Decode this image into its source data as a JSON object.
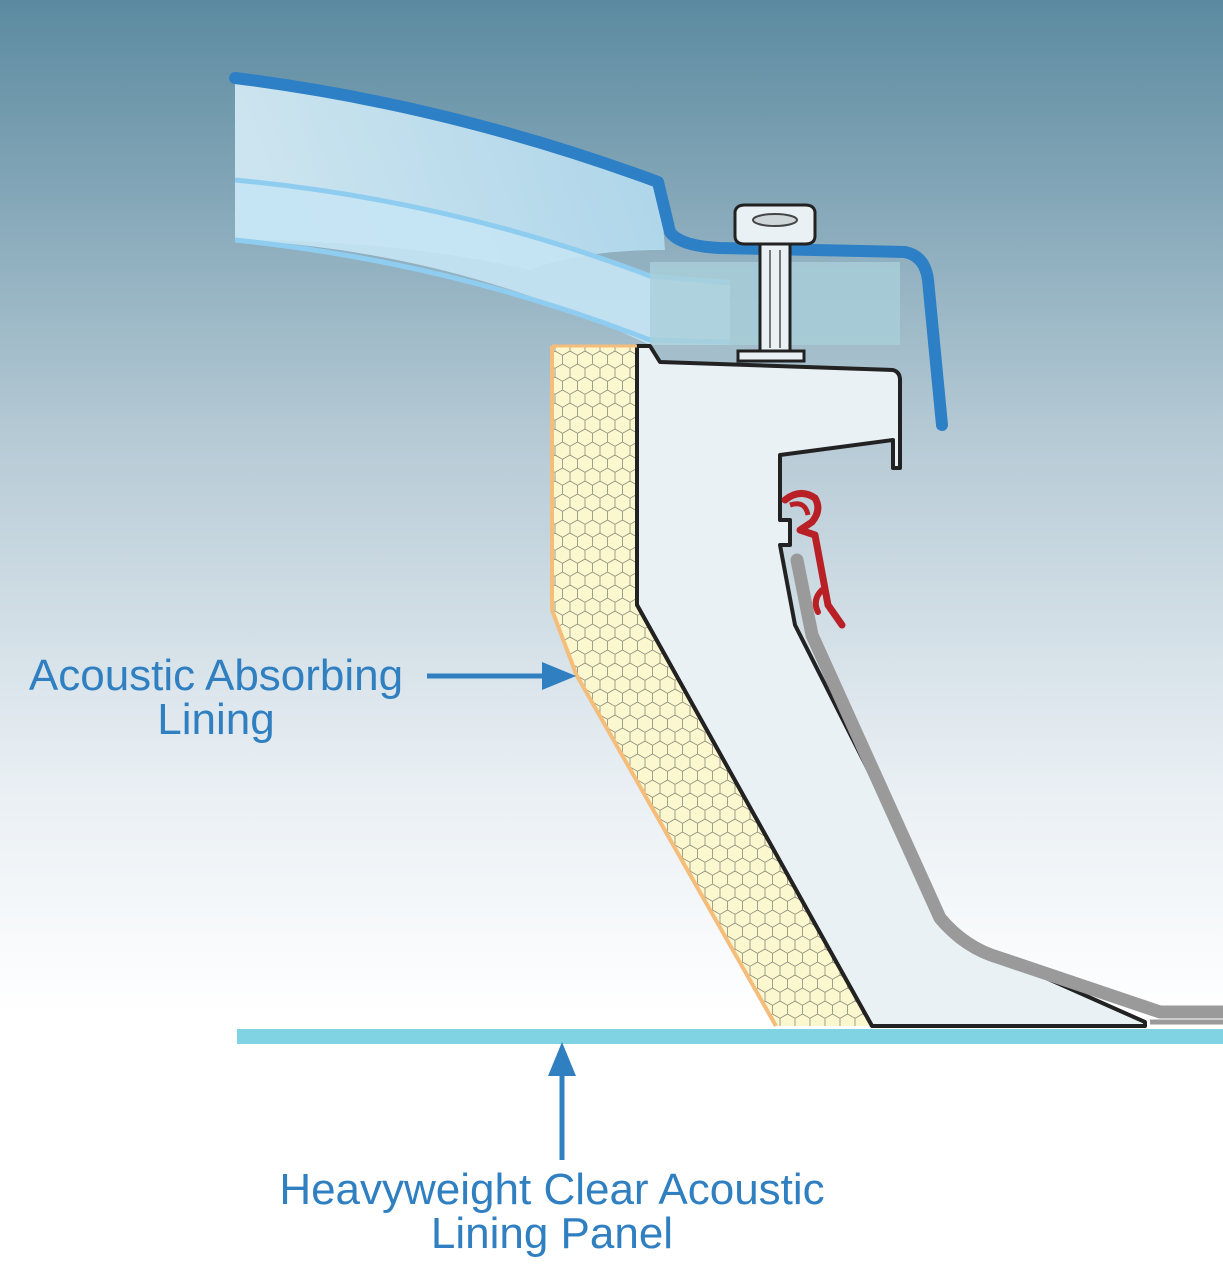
{
  "labels": {
    "acoustic_absorbing_lining": [
      "Acoustic Absorbing",
      "Lining"
    ],
    "clear_acoustic_lining_panel": [
      "Heavyweight Clear Acoustic",
      "Lining Panel"
    ]
  },
  "colors": {
    "label_text": "#2f7fc1",
    "arrow": "#2f7fc1",
    "background_top": "#5b8aa0",
    "background_bottom": "#ffffff",
    "glazing_outline": "#2d7fc6",
    "glazing_fill": "#bfe0f2",
    "absorbing_lining_fill": "#fbf7cf",
    "absorbing_lining_edge": "#f5bd7a",
    "lining_panel": "#7fd3e3",
    "frame_fill": "#e9f1f4",
    "gasket": "#b82025",
    "grey_trim": "#9a9a9a"
  },
  "icons": {
    "fixing": "screw-icon",
    "seal": "gasket-icon"
  }
}
